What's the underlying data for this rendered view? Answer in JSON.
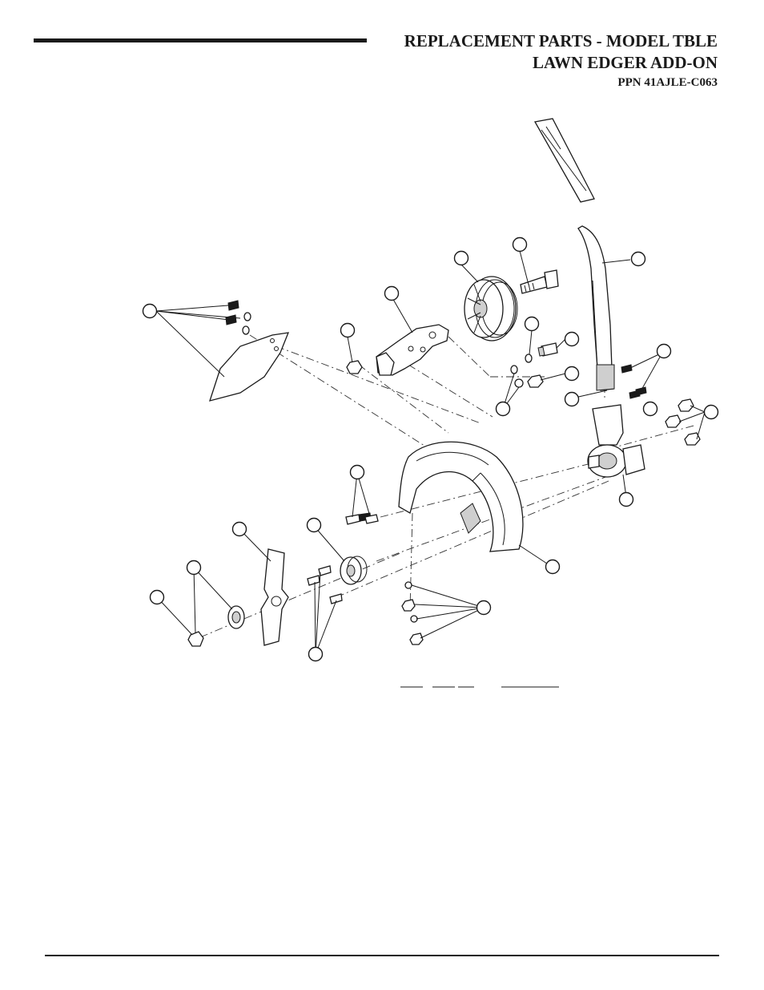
{
  "header": {
    "title_line1": "REPLACEMENT PARTS - MODEL TBLE",
    "title_line2": "LAWN EDGER ADD-ON",
    "title_line3": "PPN 41AJLE-C063"
  }
}
